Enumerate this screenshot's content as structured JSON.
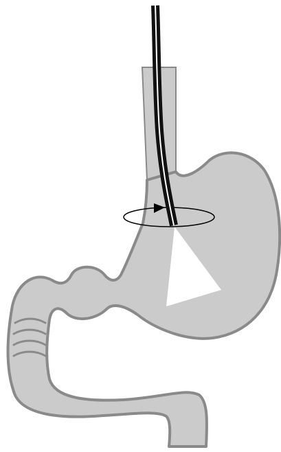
{
  "diagram": {
    "colors": {
      "background": "#ffffff",
      "organ_fill": "#cbcbcb",
      "organ_outline": "#8a8a8a",
      "endoscope": "#111111",
      "endoscope_highlight": "#ffffff",
      "rotation_arrow": "#000000",
      "view_cone": "#ffffff"
    },
    "elements": [
      "esophagus",
      "stomach",
      "duodenum",
      "endoscope",
      "rotation-arrow",
      "view-cone"
    ]
  }
}
